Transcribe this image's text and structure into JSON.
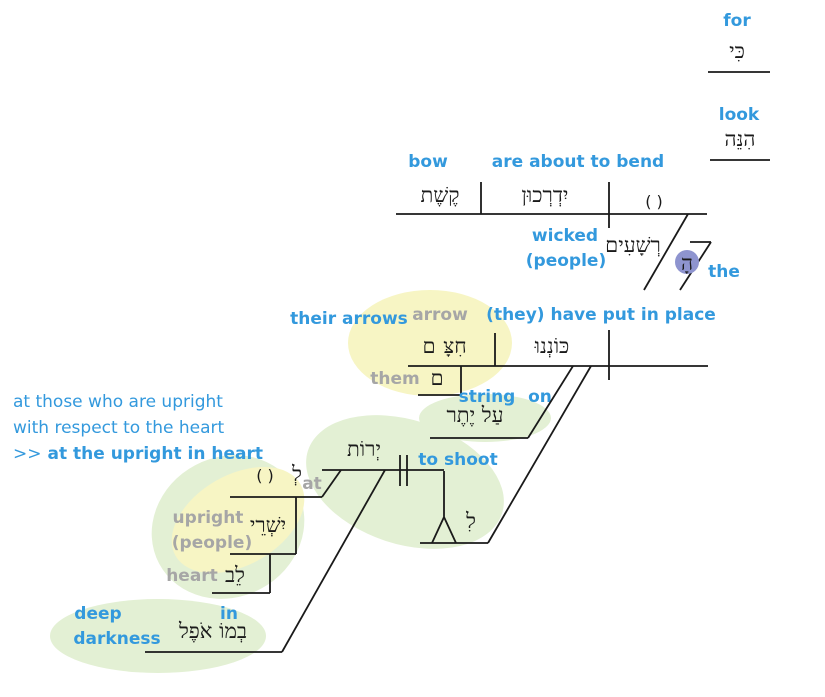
{
  "colors": {
    "gloss": "#3399dd",
    "gloss_muted": "#a6a6a6",
    "highlight_yellow": "#f7f5c4",
    "highlight_green": "#e3f0d4",
    "article_circle": "#8e94cf",
    "line": "#1a1a1a"
  },
  "conjunction": {
    "gloss": "for",
    "hebrew": "כִּי"
  },
  "interjection": {
    "gloss": "look",
    "hebrew": "הִנֵּה"
  },
  "clause1": {
    "object_gloss": "bow",
    "object_hebrew": "קֶשֶׁת",
    "verb_gloss": "are about to bend",
    "verb_hebrew": "יִדְרְכוּן",
    "placeholder": "(  )",
    "subject_gloss_line1": "wicked",
    "subject_gloss_line2": "(people)",
    "subject_hebrew": "רְשָׁעִים",
    "article_hebrew": "הָ",
    "article_gloss": "the"
  },
  "clause2": {
    "object_gloss": "their arrows",
    "noun_gloss": "arrow",
    "noun_hebrew": "חִצָּ",
    "suffix_hebrew": "ם",
    "suffix_label": "them",
    "suffix_hebrew_2": "ם",
    "verb_gloss": "(they) have put in place",
    "verb_hebrew": "כּוֹנְנוּ",
    "string_gloss": "string",
    "on_gloss": "on",
    "pp_hebrew": "עַל  יֶתֶר"
  },
  "infinitive": {
    "gloss": "to shoot",
    "hebrew": "יְרוֹת",
    "prep_hebrew": "לִ",
    "prep_hebrew_2": "לְ",
    "at_label": "at",
    "placeholder": "(  )"
  },
  "upright": {
    "gloss_line1": "upright",
    "gloss_line2": "(people)",
    "hebrew": "יִשְׁרֵי",
    "heart_gloss": "heart",
    "heart_hebrew": "לֵב"
  },
  "darkness": {
    "gloss_line1": "deep",
    "gloss_line2": "darkness",
    "in_gloss": "in",
    "hebrew": "בְמוֹ  אֹפֶל"
  },
  "translation_note": {
    "line1": "at those who are upright",
    "line2": "with respect to the heart",
    "line3_prefix": ">>",
    "line3_bold": "at the upright in heart"
  }
}
